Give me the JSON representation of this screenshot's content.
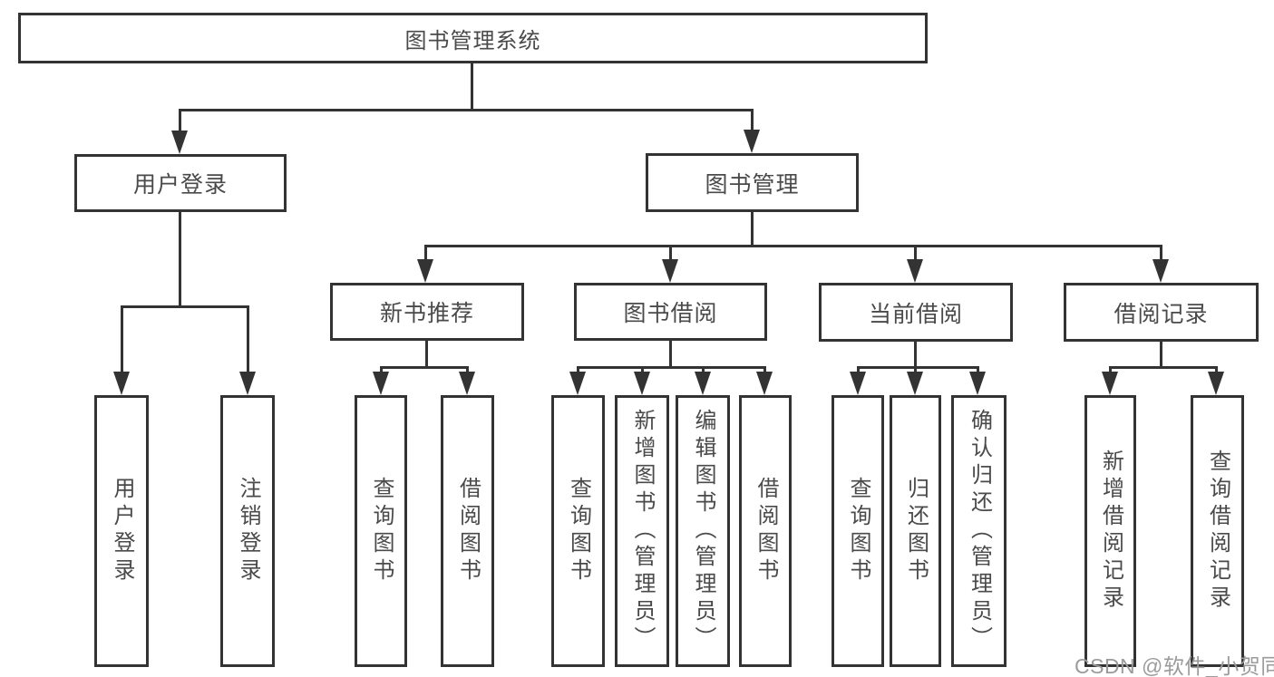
{
  "diagram": {
    "title": "图书管理系统",
    "tree": {
      "root": {
        "label": "图书管理系统"
      },
      "children": [
        {
          "label": "用户登录",
          "children": [
            {
              "label": "用户登录"
            },
            {
              "label": "注销登录"
            }
          ]
        },
        {
          "label": "图书管理",
          "children": [
            {
              "label": "新书推荐",
              "children": [
                {
                  "label": "查询图书"
                },
                {
                  "label": "借阅图书"
                }
              ]
            },
            {
              "label": "图书借阅",
              "children": [
                {
                  "label": "查询图书"
                },
                {
                  "label": "新增图书（管理员）"
                },
                {
                  "label": "编辑图书（管理员）"
                },
                {
                  "label": "借阅图书"
                }
              ]
            },
            {
              "label": "当前借阅",
              "children": [
                {
                  "label": "查询图书"
                },
                {
                  "label": "归还图书"
                },
                {
                  "label": "确认归还（管理员）"
                }
              ]
            },
            {
              "label": "借阅记录",
              "children": [
                {
                  "label": "新增借阅记录"
                },
                {
                  "label": "查询借阅记录"
                }
              ]
            }
          ]
        }
      ]
    },
    "watermark": "CSDN @软件_小贺同学",
    "colors": {
      "line": "#333333",
      "text": "#4a4a4a",
      "background": "#ffffff",
      "watermark": "#9b9b9b"
    }
  }
}
